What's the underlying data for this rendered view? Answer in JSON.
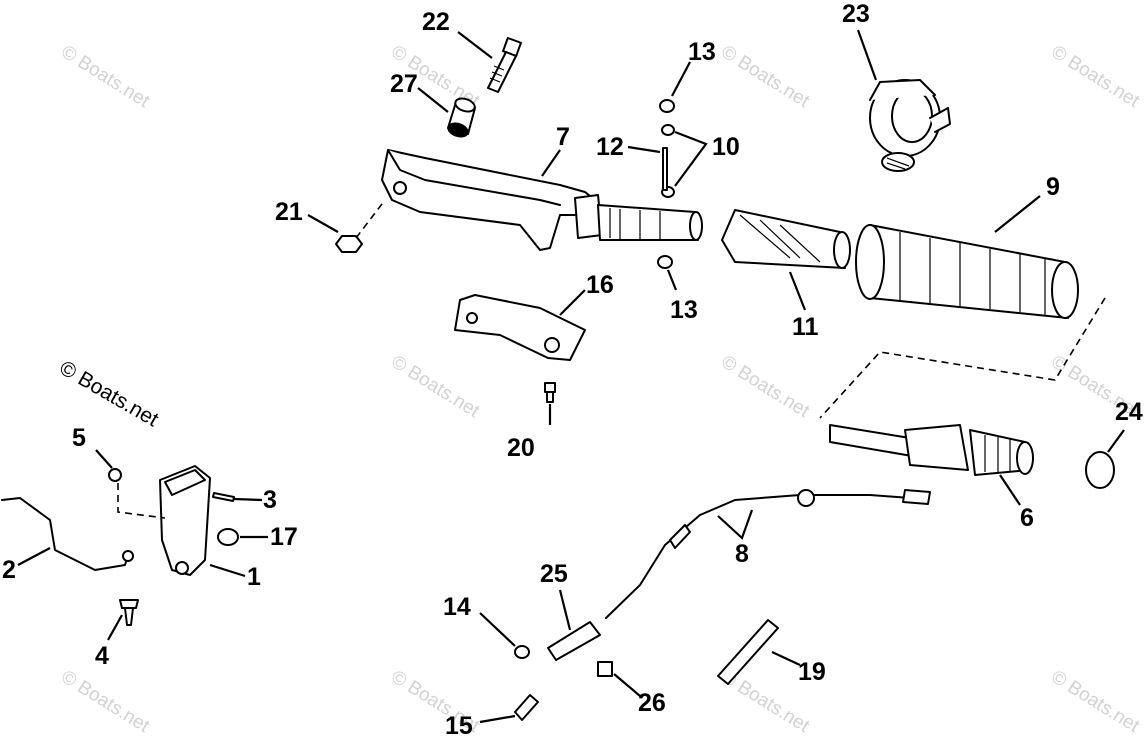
{
  "watermark": "© Boats.net",
  "callouts": [
    "22",
    "23",
    "13",
    "27",
    "7",
    "12",
    "10",
    "9",
    "21",
    "16",
    "13",
    "11",
    "20",
    "24",
    "5",
    "3",
    "17",
    "2",
    "1",
    "6",
    "8",
    "25",
    "4",
    "14",
    "19",
    "26",
    "15"
  ]
}
